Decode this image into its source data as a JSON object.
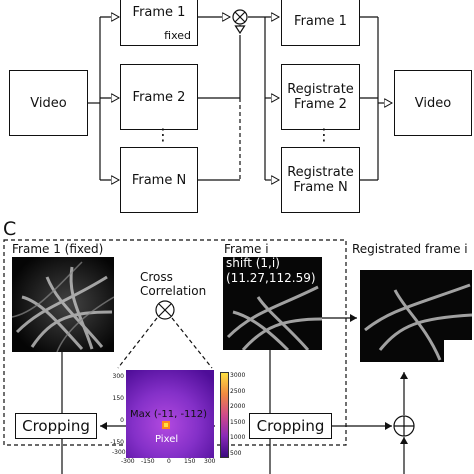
{
  "top": {
    "video_in": "Video",
    "frame1": "Frame 1",
    "frame1_note": "fixed",
    "frame2": "Frame 2",
    "frameN": "Frame N",
    "dots": "⋮",
    "out_frame1": "Frame 1",
    "reg2": "Registrate\nFrame 2",
    "regN": "Registrate\nFrame N",
    "video_out": "Video"
  },
  "bottom": {
    "panel_letter": "C",
    "frame1_fixed": "Frame 1 (fixed)",
    "frame_i": "Frame i",
    "shift_line1": "shift (1,i)",
    "shift_line2": "(11.27,112.59)",
    "registrated": "Registrated frame i",
    "cross_corr": "Cross\nCorrelation",
    "cropping_left": "Cropping",
    "cropping_right": "Cropping",
    "max_label": "Max (-11, -112)",
    "pixel_label": "Pixel",
    "heatmap_y_ticks": [
      "300",
      "150",
      "0",
      "-150",
      "-300"
    ],
    "heatmap_x_ticks": [
      "-300",
      "-150",
      "0",
      "150",
      "300"
    ],
    "colorbar_ticks": [
      "3000",
      "2500",
      "2000",
      "1500",
      "1000",
      "500"
    ]
  },
  "colors": {
    "line": "#111111",
    "heat_low": "#5a0fa0",
    "heat_high": "#ffe040"
  }
}
